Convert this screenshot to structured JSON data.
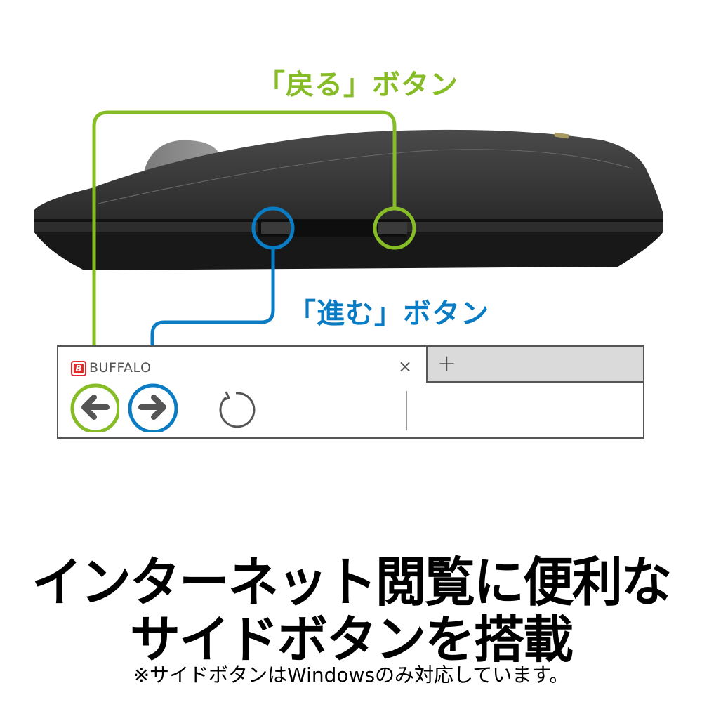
{
  "callouts": {
    "back": {
      "label": "「戻る」ボタン",
      "color": "#86bc25"
    },
    "forward": {
      "label": "「進む」ボタン",
      "color": "#0a7cc4"
    }
  },
  "browser": {
    "tab": {
      "logo_letter": "B",
      "title": "BUFFALO",
      "close_icon": "×"
    },
    "new_tab_icon": "+",
    "nav": {
      "back_icon": "arrow-left",
      "forward_icon": "arrow-right",
      "reload_icon": "reload"
    }
  },
  "headline": {
    "line1": "インターネット閲覧に便利な",
    "line2": "サイドボタンを搭載"
  },
  "note": "※サイドボタンはWindowsのみ対応しています。",
  "colors": {
    "green": "#86bc25",
    "blue": "#0a7cc4",
    "mouse_body": "#2a2a2a",
    "tab_gray": "#d9dad9"
  }
}
